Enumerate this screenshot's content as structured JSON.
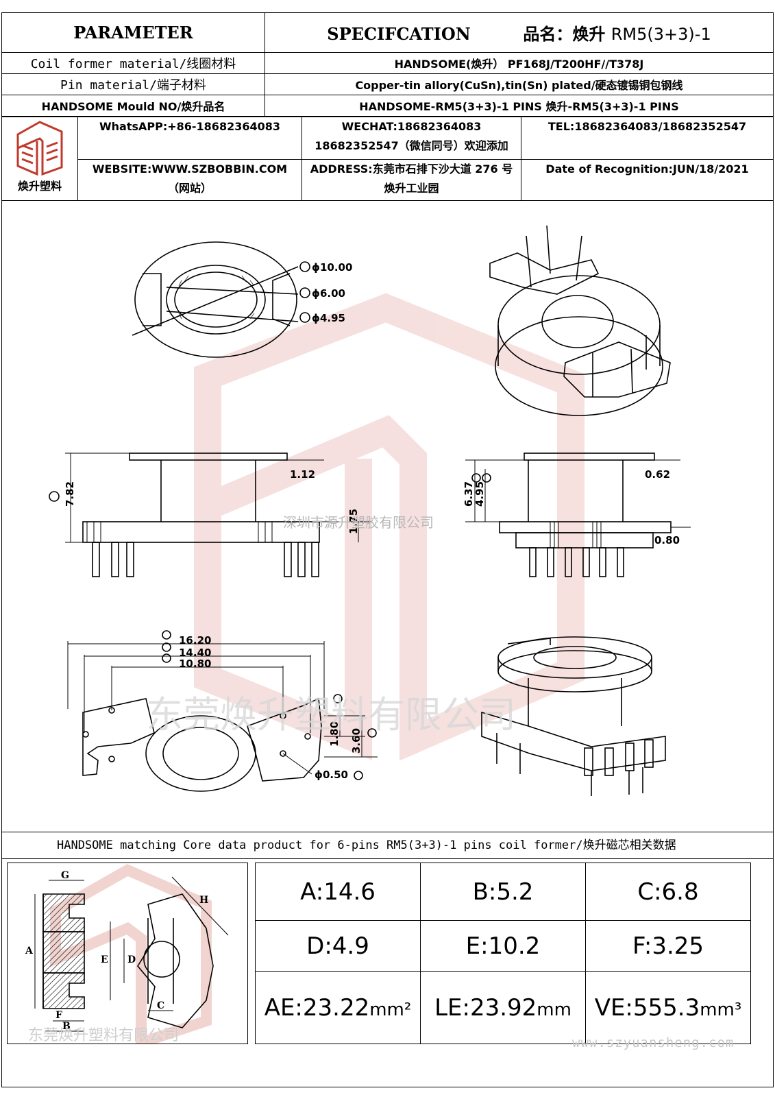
{
  "header": {
    "parameter": "PARAMETER",
    "specification": "SPECIFCATION",
    "product_label": "品名：焕升",
    "product_code": "RM5(3+3)-1"
  },
  "rows": [
    {
      "label": "Coil former material/线圈材料",
      "value": "HANDSOME(焕升）  PF168J/T200HF//T378J"
    },
    {
      "label": "Pin material/端子材料",
      "value": "Copper-tin allory(CuSn),tin(Sn) plated/硬态镀锡铜包钢线"
    },
    {
      "label": "HANDSOME Mould NO/焕升品名",
      "value": "HANDSOME-RM5(3+3)-1 PINS    焕升-RM5(3+3)-1 PINS"
    }
  ],
  "contact": {
    "logo_text": "焕升塑料",
    "whatsapp": "WhatsAPP:+86-18682364083",
    "wechat_line1": "WECHAT:18682364083",
    "wechat_line2": "18682352547（微信同号）欢迎添加",
    "tel": "TEL:18682364083/18682352547",
    "website": "WEBSITE:WWW.SZBOBBIN.COM（网站）",
    "address": "ADDRESS:东莞市石排下沙大道 276 号焕升工业园",
    "date": "Date of Recognition:JUN/18/2021"
  },
  "dimensions": {
    "a": "ɸ10.00",
    "b": "ɸ6.00",
    "c": "ɸ4.95",
    "height_left": "7.82",
    "flange": "1.12",
    "pin_len_left": "1.75",
    "height_right_1": "6.37",
    "height_right_2": "4.95",
    "right_top": "0.62",
    "right_bot": "0.80",
    "width_1": "16.20",
    "width_2": "14.40",
    "width_3": "10.80",
    "pitch_1": "1.80",
    "pitch_2": "3.60",
    "pin_dia": "ɸ0.50"
  },
  "watermarks": {
    "center_small": "深圳市源升塑胶有限公司",
    "center_large": "东莞焕升塑料有限公司",
    "core_bottom": "东莞焕升塑料有限公司",
    "footer_url": "www.szyuansheng.com"
  },
  "core_title": "HANDSOME matching Core data  product for 6-pins RM5(3+3)-1 pins coil former/焕升磁芯相关数据",
  "core_labels": {
    "g": "G",
    "h": "H",
    "a": "A",
    "e": "E",
    "d": "D",
    "c": "C",
    "f": "F",
    "b": "B"
  },
  "core_data": [
    [
      {
        "text": "A:14.6"
      },
      {
        "text": "B:5.2"
      },
      {
        "text": "C:6.8"
      }
    ],
    [
      {
        "text": "D:4.9"
      },
      {
        "text": "E:10.2"
      },
      {
        "text": "F:3.25"
      }
    ],
    [
      {
        "text": "AE:23.22",
        "unit": "mm²"
      },
      {
        "text": "LE:23.92",
        "unit": "mm"
      },
      {
        "text": "VE:555.3",
        "unit": "mm³"
      }
    ]
  ],
  "colors": {
    "logo_red": "#c0392b",
    "watermark_red": "#e9b3b0"
  }
}
